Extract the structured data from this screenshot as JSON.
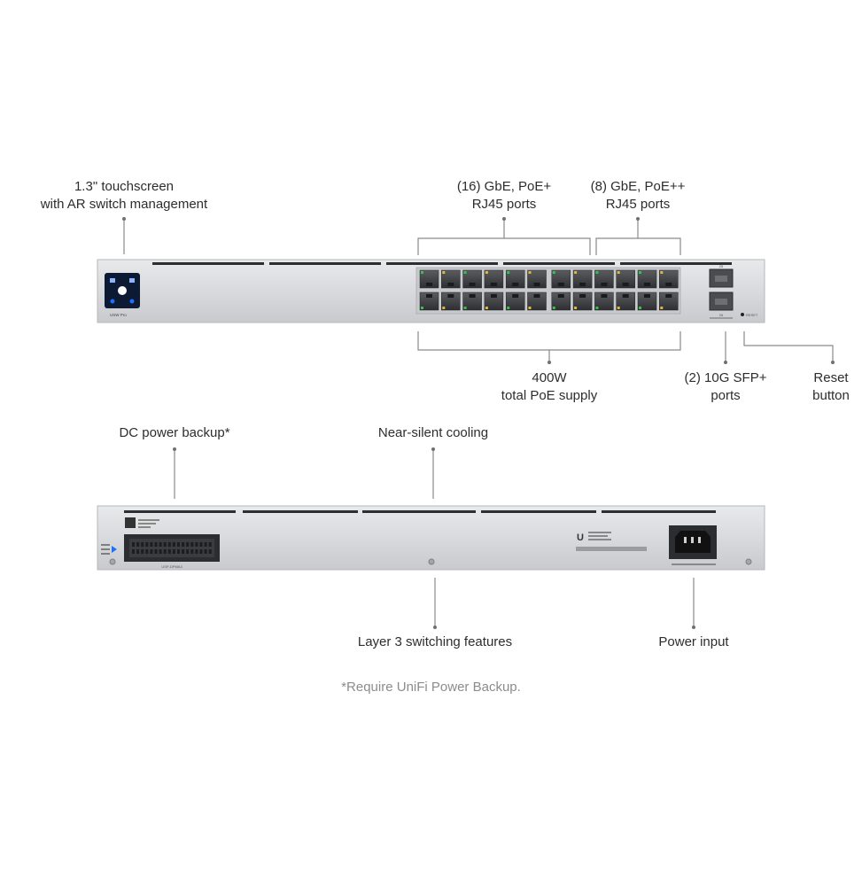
{
  "callouts": {
    "touchscreen": [
      "1.3\" touchscreen",
      "with AR switch management"
    ],
    "poe_plus": [
      "(16) GbE, PoE+",
      "RJ45 ports"
    ],
    "poe_plusplus": [
      "(8) GbE, PoE++",
      "RJ45 ports"
    ],
    "poe_supply": [
      "400W",
      "total PoE supply"
    ],
    "sfp": [
      "(2) 10G SFP+",
      "ports"
    ],
    "reset": [
      "Reset",
      "button"
    ],
    "dc_backup": [
      "DC power backup*"
    ],
    "cooling": [
      "Near-silent cooling"
    ],
    "layer3": [
      "Layer 3 switching features"
    ],
    "power_input": [
      "Power input"
    ]
  },
  "footnote": "*Require UniFi Power Backup.",
  "device": {
    "model_badge": "USW Pro",
    "reset_label": "RESET",
    "dc_label": "USP-DPMA3",
    "sfp_top_label": "25",
    "sfp_bottom_label": "26"
  },
  "colors": {
    "chassis": "#dcdde0",
    "chassis_edge": "#b9bbbf",
    "port_led_green": "#35c24a",
    "port_led_amber": "#e0b73a",
    "screen": "#0c1a33",
    "screen_accent": "#1f6fff"
  }
}
